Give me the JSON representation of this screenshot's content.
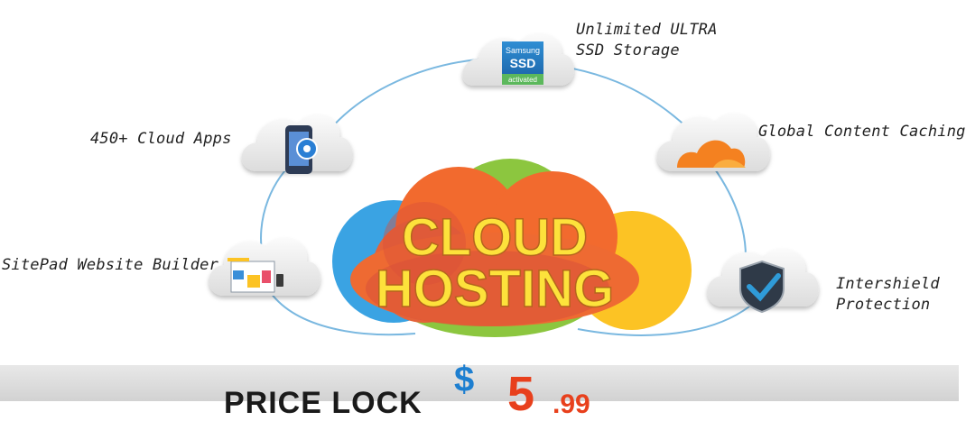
{
  "hero": {
    "title_line1": "CLOUD",
    "title_line2": "HOSTING"
  },
  "features": [
    {
      "label": "Unlimited ULTRA\nSSD Storage",
      "icon": "ssd-icon"
    },
    {
      "label": "Global Content Caching",
      "icon": "cloudflare-icon"
    },
    {
      "label": "Intershield\nProtection",
      "icon": "shield-icon"
    },
    {
      "label": "SitePad Website Builder",
      "icon": "website-builder-icon"
    },
    {
      "label": "450+ Cloud Apps",
      "icon": "mobile-apps-icon"
    }
  ],
  "ssd_badge": {
    "brand": "Samsung",
    "name": "SSD",
    "status": "activated"
  },
  "price": {
    "lock_label": "PRICE LOCK",
    "currency": "$",
    "value": "5",
    "cents": ".99"
  },
  "colors": {
    "cloud_blue": "#3aa3e3",
    "cloud_green": "#8cc63f",
    "cloud_yellow": "#fcc324",
    "cloud_orange": "#f26a2e",
    "cloud_red": "#d9503a",
    "title_yellow": "#fde23b",
    "link_line": "#7ab8e0",
    "price_red": "#e8401c"
  }
}
